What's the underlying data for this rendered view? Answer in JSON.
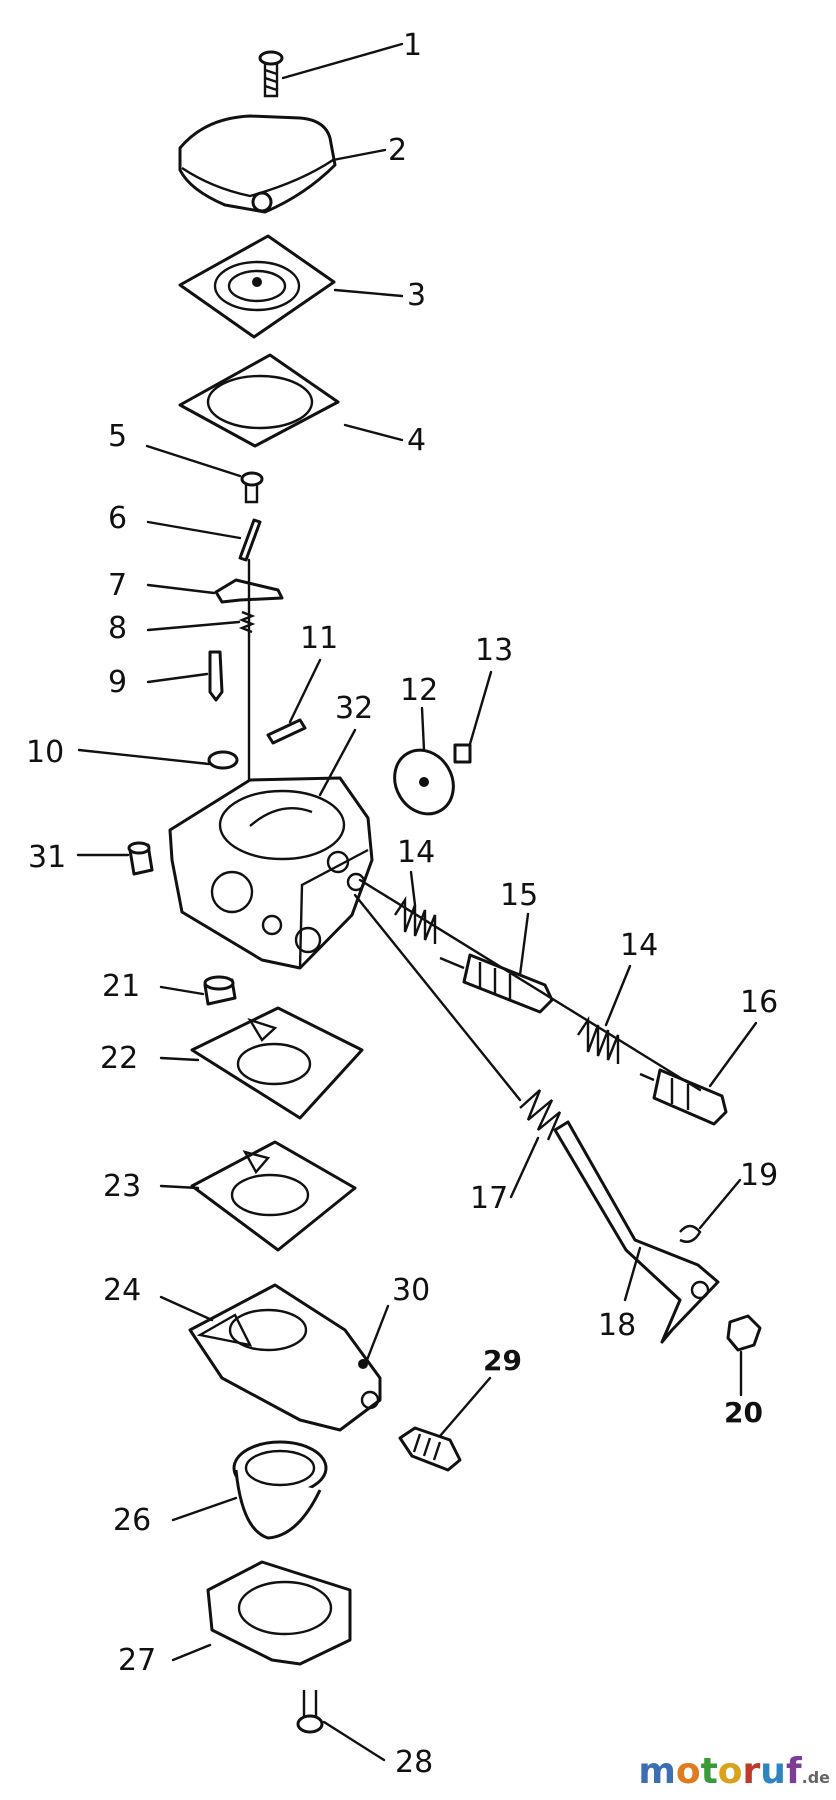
{
  "callouts": [
    {
      "id": "c1",
      "text": "1"
    },
    {
      "id": "c2",
      "text": "2"
    },
    {
      "id": "c3",
      "text": "3"
    },
    {
      "id": "c4",
      "text": "4"
    },
    {
      "id": "c5",
      "text": "5"
    },
    {
      "id": "c6",
      "text": "6"
    },
    {
      "id": "c7",
      "text": "7"
    },
    {
      "id": "c8",
      "text": "8"
    },
    {
      "id": "c9",
      "text": "9"
    },
    {
      "id": "c10",
      "text": "10"
    },
    {
      "id": "c11",
      "text": "11"
    },
    {
      "id": "c12",
      "text": "12"
    },
    {
      "id": "c13",
      "text": "13"
    },
    {
      "id": "c14a",
      "text": "14"
    },
    {
      "id": "c14b",
      "text": "14"
    },
    {
      "id": "c15",
      "text": "15"
    },
    {
      "id": "c16",
      "text": "16"
    },
    {
      "id": "c17",
      "text": "17"
    },
    {
      "id": "c18",
      "text": "18"
    },
    {
      "id": "c19",
      "text": "19"
    },
    {
      "id": "c20",
      "text": "20"
    },
    {
      "id": "c21",
      "text": "21"
    },
    {
      "id": "c22",
      "text": "22"
    },
    {
      "id": "c23",
      "text": "23"
    },
    {
      "id": "c24",
      "text": "24"
    },
    {
      "id": "c26",
      "text": "26"
    },
    {
      "id": "c27",
      "text": "27"
    },
    {
      "id": "c28",
      "text": "28"
    },
    {
      "id": "c29",
      "text": "29"
    },
    {
      "id": "c30",
      "text": "30"
    },
    {
      "id": "c31",
      "text": "31"
    },
    {
      "id": "c32",
      "text": "32"
    }
  ],
  "watermark": {
    "letters": [
      "m",
      "o",
      "t",
      "o",
      "r",
      "u",
      "f"
    ],
    "letter_colors": [
      "#3a6fb5",
      "#e07b1f",
      "#3a9a3a",
      "#d8a31b",
      "#c0392b",
      "#2e86c1",
      "#7d3c98"
    ],
    "suffix": ".de",
    "suffix_color": "#666666"
  }
}
